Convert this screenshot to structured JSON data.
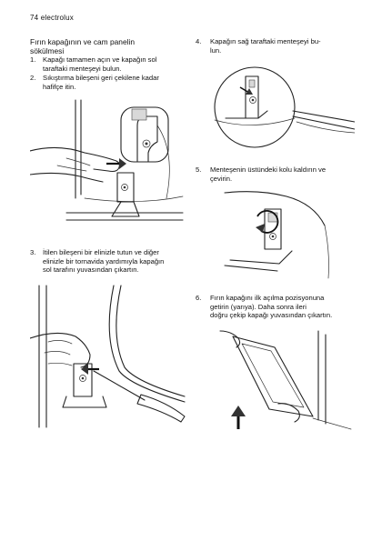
{
  "header": {
    "page_label": "74 electrolux"
  },
  "section": {
    "title_line1": "Fırın kapağının ve cam panelin",
    "title_line2": "sökülmesi"
  },
  "steps": [
    {
      "num": "1.",
      "line1": "Kapağı tamamen açın ve kapağın sol",
      "line2": "taraftaki menteşeyi bulun."
    },
    {
      "num": "2.",
      "line1": "Sıkıştırma bileşeni geri çekilene kadar",
      "line2": "hafifçe itin."
    },
    {
      "num": "3.",
      "line1": "İtilen bileşeni bir elinizle tutun ve diğer",
      "line2": "elinizle bir tornavida yardımıyla kapağın",
      "line3": "sol tarafını yuvasından çıkartın."
    },
    {
      "num": "4.",
      "line1": "Kapağın sağ taraftaki menteşeyi bu-",
      "line2": "lun."
    },
    {
      "num": "5.",
      "line1": "Menteşenin üstündeki kolu kaldırın ve",
      "line2": "çevirin."
    },
    {
      "num": "6.",
      "line1": "Fırın kapağını ilk açılma pozisyonuna",
      "line2": "getirin (yarıya). Daha sonra ileri",
      "line3": "doğru çekip kapağı yuvasından çıkartın."
    }
  ]
}
